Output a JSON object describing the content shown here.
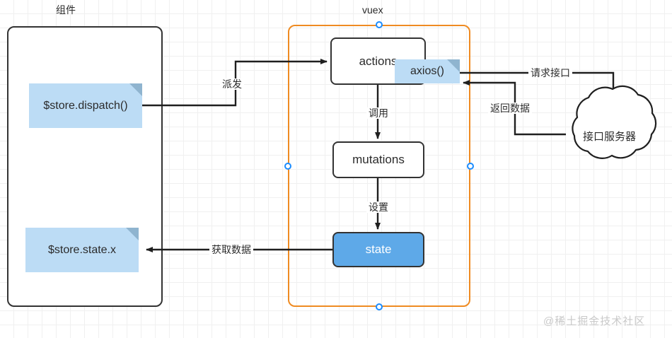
{
  "diagram": {
    "title_component": "组件",
    "title_vuex": "vuex",
    "watermark": "@稀土掘金技术社区",
    "colors": {
      "vuex_border": "#ef8b22",
      "node_border": "#333333",
      "state_fill": "#5ea9e8",
      "note_fill": "#bcdcf5",
      "note_fold": "#8fb4cf",
      "handle": "#1a8cff",
      "text": "#2b2b2b",
      "watermark": "#c9c9c9"
    },
    "nodes": {
      "dispatch_note": "$store.dispatch()",
      "state_note": "$store.state.x",
      "actions": "actions",
      "axios_note": "axios()",
      "mutations": "mutations",
      "state": "state",
      "server_cloud": "接口服务器"
    },
    "edges": {
      "dispatch_to_actions": "派发",
      "actions_to_mutations": "调用",
      "mutations_to_state": "设置",
      "state_to_component": "获取数据",
      "request_api": "请求接口",
      "return_data": "返回数据"
    }
  }
}
